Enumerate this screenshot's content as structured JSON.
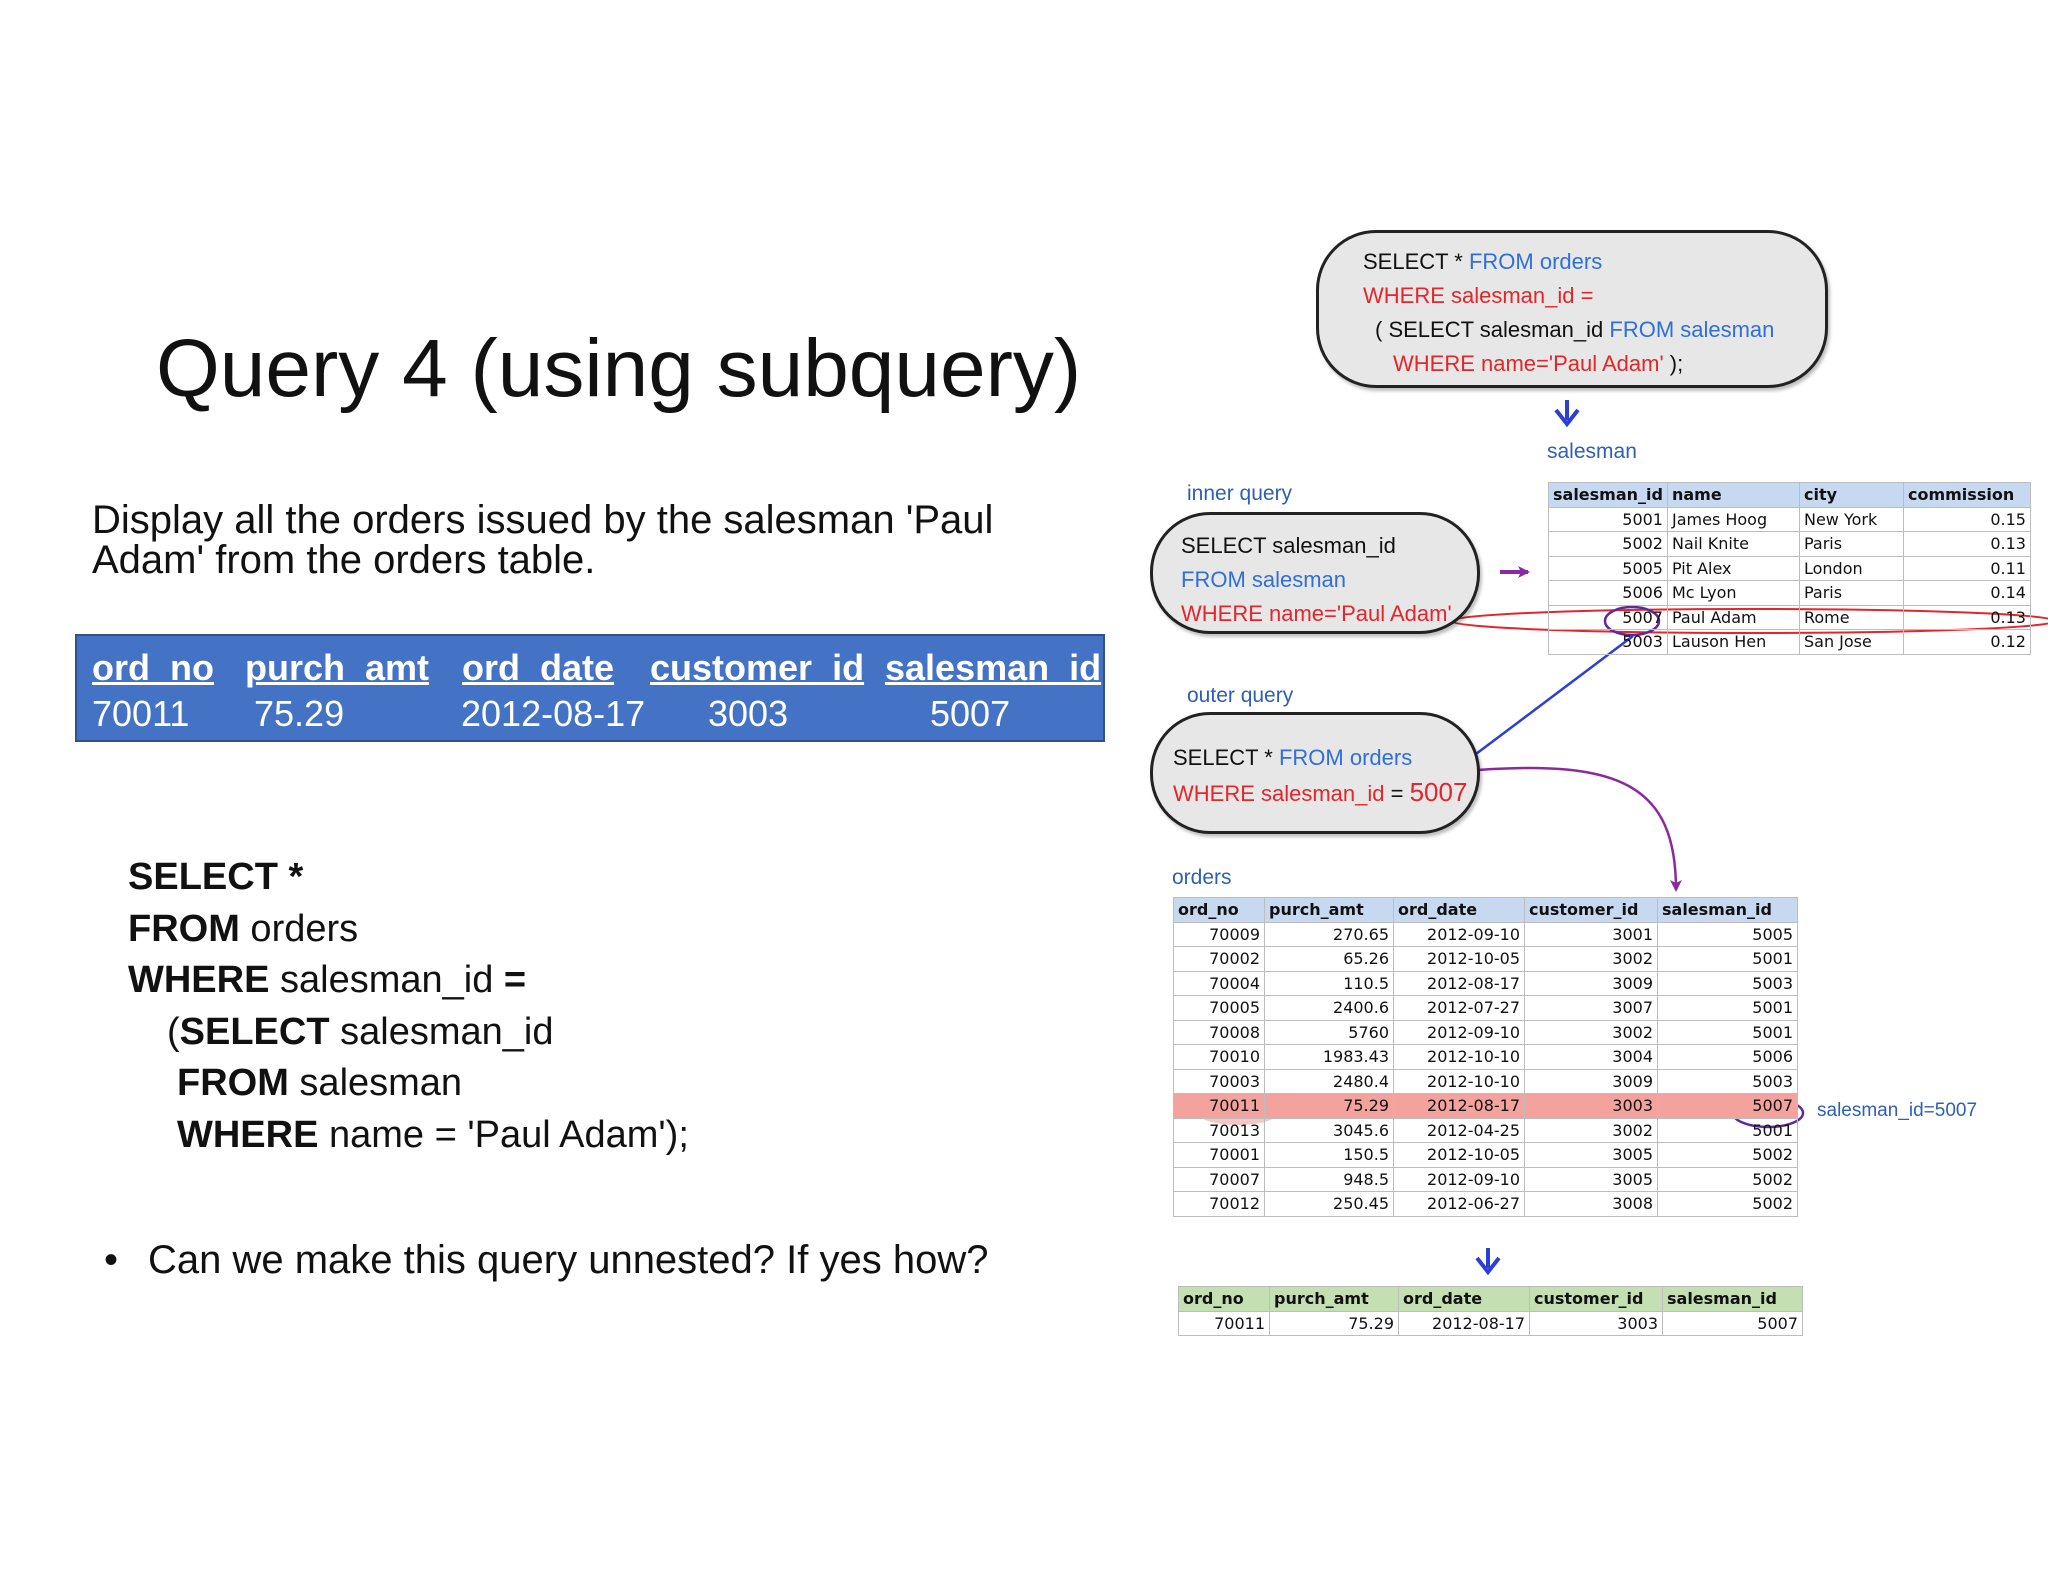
{
  "slide": {
    "title": "Query 4 (using subquery)",
    "description": [
      "Display all the orders issued by the salesman 'Paul",
      "Adam' from the orders table."
    ],
    "result_table": {
      "headers": [
        "ord_no",
        "purch_amt",
        "ord_date",
        "customer_id",
        "salesman_id"
      ],
      "row": [
        "70011",
        "75.29",
        "2012-08-17",
        "3003",
        "5007"
      ]
    },
    "sql": {
      "l1_kw": "SELECT *",
      "l2_kw": "FROM",
      "l2_rest": " orders",
      "l3_kw": "WHERE",
      "l3_rest": " salesman_id ",
      "l3_kw2": "=",
      "l4_pre": "(",
      "l4_kw": "SELECT",
      "l4_rest": " salesman_id",
      "l5_kw": "FROM",
      "l5_rest": " salesman",
      "l6_kw": "WHERE",
      "l6_rest": " name = 'Paul Adam');"
    },
    "bullet": "Can we make this query unnested? If yes how?"
  },
  "diagram": {
    "top_query": {
      "l1a": "SELECT * ",
      "l1b": "FROM orders",
      "l2": "WHERE salesman_id =",
      "l3a": "( SELECT salesman_id  ",
      "l3b": "FROM salesman",
      "l4a": "WHERE name='Paul Adam'",
      "l4b": " );"
    },
    "salesman_label": "salesman",
    "inner_label": "inner query",
    "inner_query": {
      "l1": "SELECT salesman_id",
      "l2": "FROM salesman",
      "l3": "WHERE name='Paul Adam'"
    },
    "outer_label": "outer query",
    "outer_query": {
      "l1a": "SELECT * ",
      "l1b": "FROM orders",
      "l2a": "WHERE salesman_id",
      "l2b": " = ",
      "l2c": "5007"
    },
    "orders_label": "orders",
    "annotation": "salesman_id=5007",
    "colors": {
      "query_blue": "#2f6fd6",
      "query_red": "#e3262a",
      "header_blue": "#c6d9f1",
      "header_green": "#c4e0b2",
      "highlight": "#f4a29e",
      "arrow_blue": "#2b3ed6",
      "arrow_purple": "#8b2a9c"
    },
    "salesman_table": {
      "headers": [
        "salesman_id",
        "name",
        "city",
        "commission"
      ],
      "rows": [
        [
          "5001",
          "James Hoog",
          "New York",
          "0.15"
        ],
        [
          "5002",
          "Nail Knite",
          "Paris",
          "0.13"
        ],
        [
          "5005",
          "Pit Alex",
          "London",
          "0.11"
        ],
        [
          "5006",
          "Mc Lyon",
          "Paris",
          "0.14"
        ],
        [
          "5007",
          "Paul Adam",
          "Rome",
          "0.13"
        ],
        [
          "5003",
          "Lauson Hen",
          "San Jose",
          "0.12"
        ]
      ]
    },
    "orders_table": {
      "headers": [
        "ord_no",
        "purch_amt",
        "ord_date",
        "customer_id",
        "salesman_id"
      ],
      "rows": [
        [
          "70009",
          "270.65",
          "2012-09-10",
          "3001",
          "5005"
        ],
        [
          "70002",
          "65.26",
          "2012-10-05",
          "3002",
          "5001"
        ],
        [
          "70004",
          "110.5",
          "2012-08-17",
          "3009",
          "5003"
        ],
        [
          "70005",
          "2400.6",
          "2012-07-27",
          "3007",
          "5001"
        ],
        [
          "70008",
          "5760",
          "2012-09-10",
          "3002",
          "5001"
        ],
        [
          "70010",
          "1983.43",
          "2012-10-10",
          "3004",
          "5006"
        ],
        [
          "70003",
          "2480.4",
          "2012-10-10",
          "3009",
          "5003"
        ],
        [
          "70011",
          "75.29",
          "2012-08-17",
          "3003",
          "5007"
        ],
        [
          "70013",
          "3045.6",
          "2012-04-25",
          "3002",
          "5001"
        ],
        [
          "70001",
          "150.5",
          "2012-10-05",
          "3005",
          "5002"
        ],
        [
          "70007",
          "948.5",
          "2012-09-10",
          "3005",
          "5002"
        ],
        [
          "70012",
          "250.45",
          "2012-06-27",
          "3008",
          "5002"
        ]
      ]
    },
    "result_table": {
      "headers": [
        "ord_no",
        "purch_amt",
        "ord_date",
        "customer_id",
        "salesman_id"
      ],
      "rows": [
        [
          "70011",
          "75.29",
          "2012-08-17",
          "3003",
          "5007"
        ]
      ]
    }
  }
}
